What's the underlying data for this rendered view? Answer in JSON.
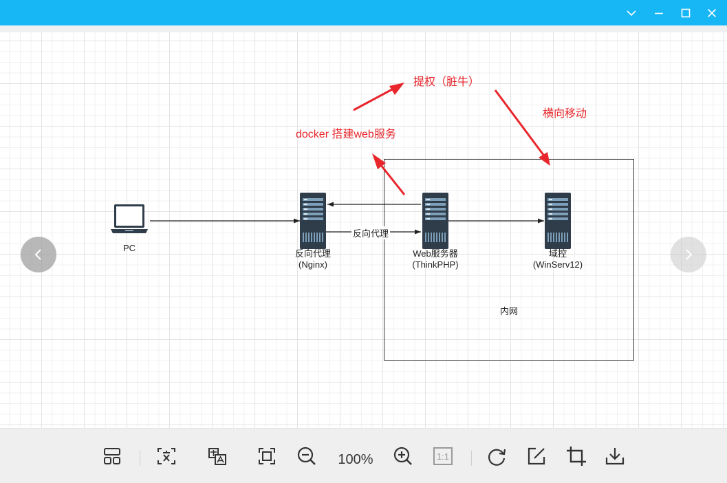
{
  "window": {
    "controls": [
      "chevron-down-icon",
      "minimize-icon",
      "maximize-icon",
      "close-icon"
    ],
    "accent_color": "#17b6f5"
  },
  "diagram": {
    "nodes": {
      "pc": "PC",
      "nginx_l1": "反向代理",
      "nginx_l2": "(Nginx)",
      "web_l1": "Web服务器",
      "web_l2": "(ThinkPHP)",
      "dc_l1": "域控",
      "dc_l2": "(WinServ12)"
    },
    "zone_label": "内网",
    "edge_label": "反向代理",
    "annotations": {
      "privilege": "提权（脏牛）",
      "lateral": "横向移动",
      "docker": "docker 搭建web服务"
    },
    "annotation_color": "#e8262c"
  },
  "navigation": {
    "prev": "chevron-left-icon",
    "next": "chevron-right-icon"
  },
  "toolbar": {
    "zoom_level": "100%",
    "ratio_label": "1:1",
    "tools": [
      "layout-icon",
      "ocr-icon",
      "translate-icon",
      "fit-screen-icon",
      "zoom-out-icon",
      "zoom-in-icon",
      "actual-size-icon",
      "rotate-icon",
      "edit-icon",
      "crop-icon",
      "download-icon"
    ]
  }
}
